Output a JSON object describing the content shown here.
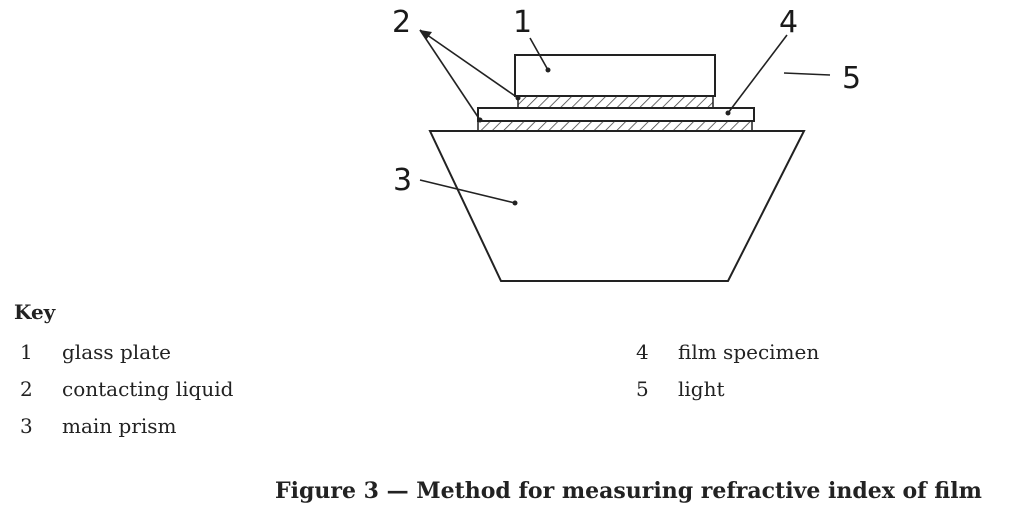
{
  "diagram": {
    "callouts": [
      "1",
      "2",
      "3",
      "4",
      "5"
    ]
  },
  "key": {
    "title": "Key",
    "items": [
      {
        "num": "1",
        "label": "glass plate"
      },
      {
        "num": "2",
        "label": "contacting liquid"
      },
      {
        "num": "3",
        "label": "main prism"
      },
      {
        "num": "4",
        "label": "film specimen"
      },
      {
        "num": "5",
        "label": "light"
      }
    ]
  },
  "caption": "Figure 3 — Method for measuring refractive index of film"
}
